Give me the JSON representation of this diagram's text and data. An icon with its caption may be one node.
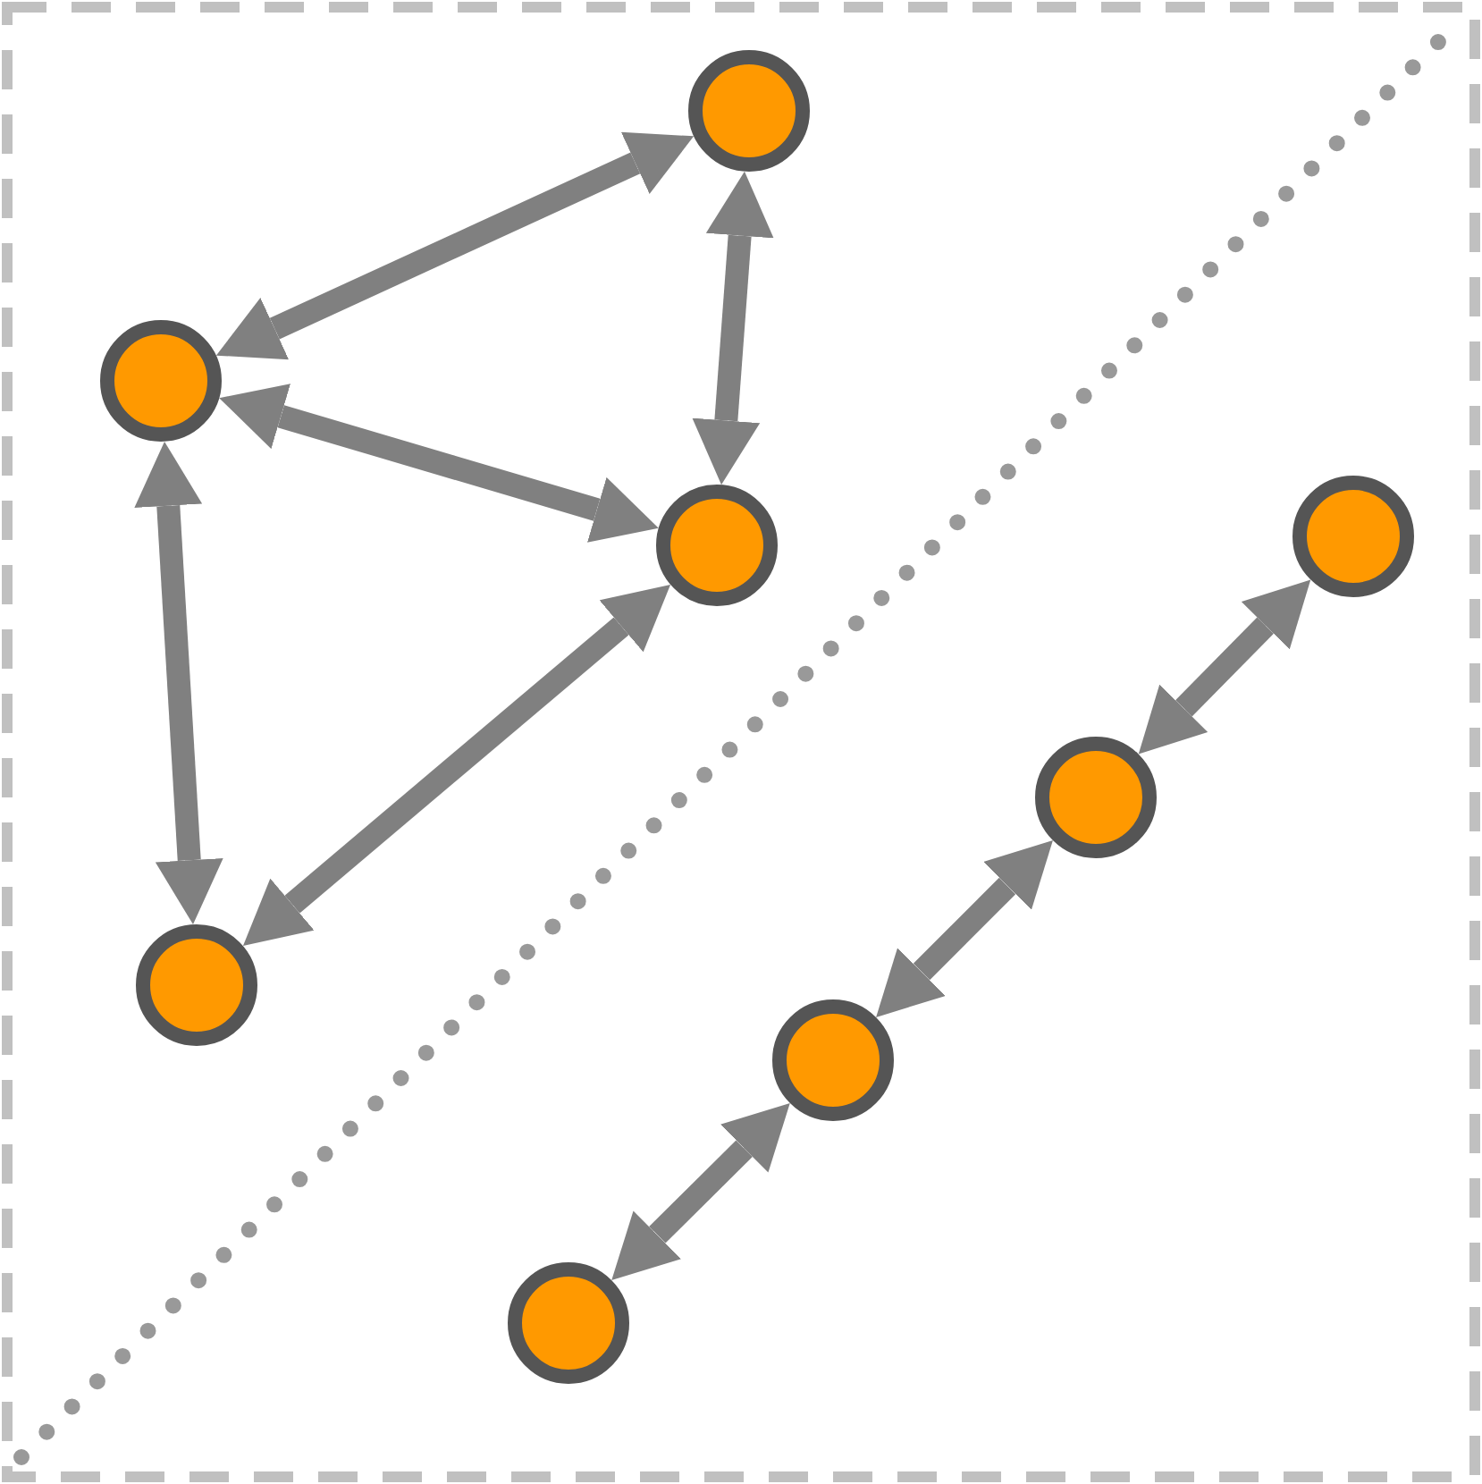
{
  "diagram": {
    "nodes": [
      {
        "text": [],
        "shape": "circle"
      },
      {
        "text": [],
        "shape": "circle"
      },
      {
        "text": [],
        "shape": "circle"
      },
      {
        "text": [],
        "shape": "circle"
      },
      {
        "text": [],
        "shape": "circle"
      },
      {
        "text": [],
        "shape": "circle"
      },
      {
        "text": [],
        "shape": "circle"
      },
      {
        "text": [],
        "shape": "circle"
      }
    ],
    "edges": [
      {
        "from": 0,
        "to": 1,
        "arrow": "both"
      },
      {
        "from": 0,
        "to": 3,
        "arrow": "both"
      },
      {
        "from": 1,
        "to": 3,
        "arrow": "both"
      },
      {
        "from": 1,
        "to": 5,
        "arrow": "both"
      },
      {
        "from": 3,
        "to": 5,
        "arrow": "both"
      },
      {
        "from": 2,
        "to": 4,
        "arrow": "both"
      },
      {
        "from": 4,
        "to": 6,
        "arrow": "both"
      },
      {
        "from": 6,
        "to": 7,
        "arrow": "both"
      }
    ]
  }
}
